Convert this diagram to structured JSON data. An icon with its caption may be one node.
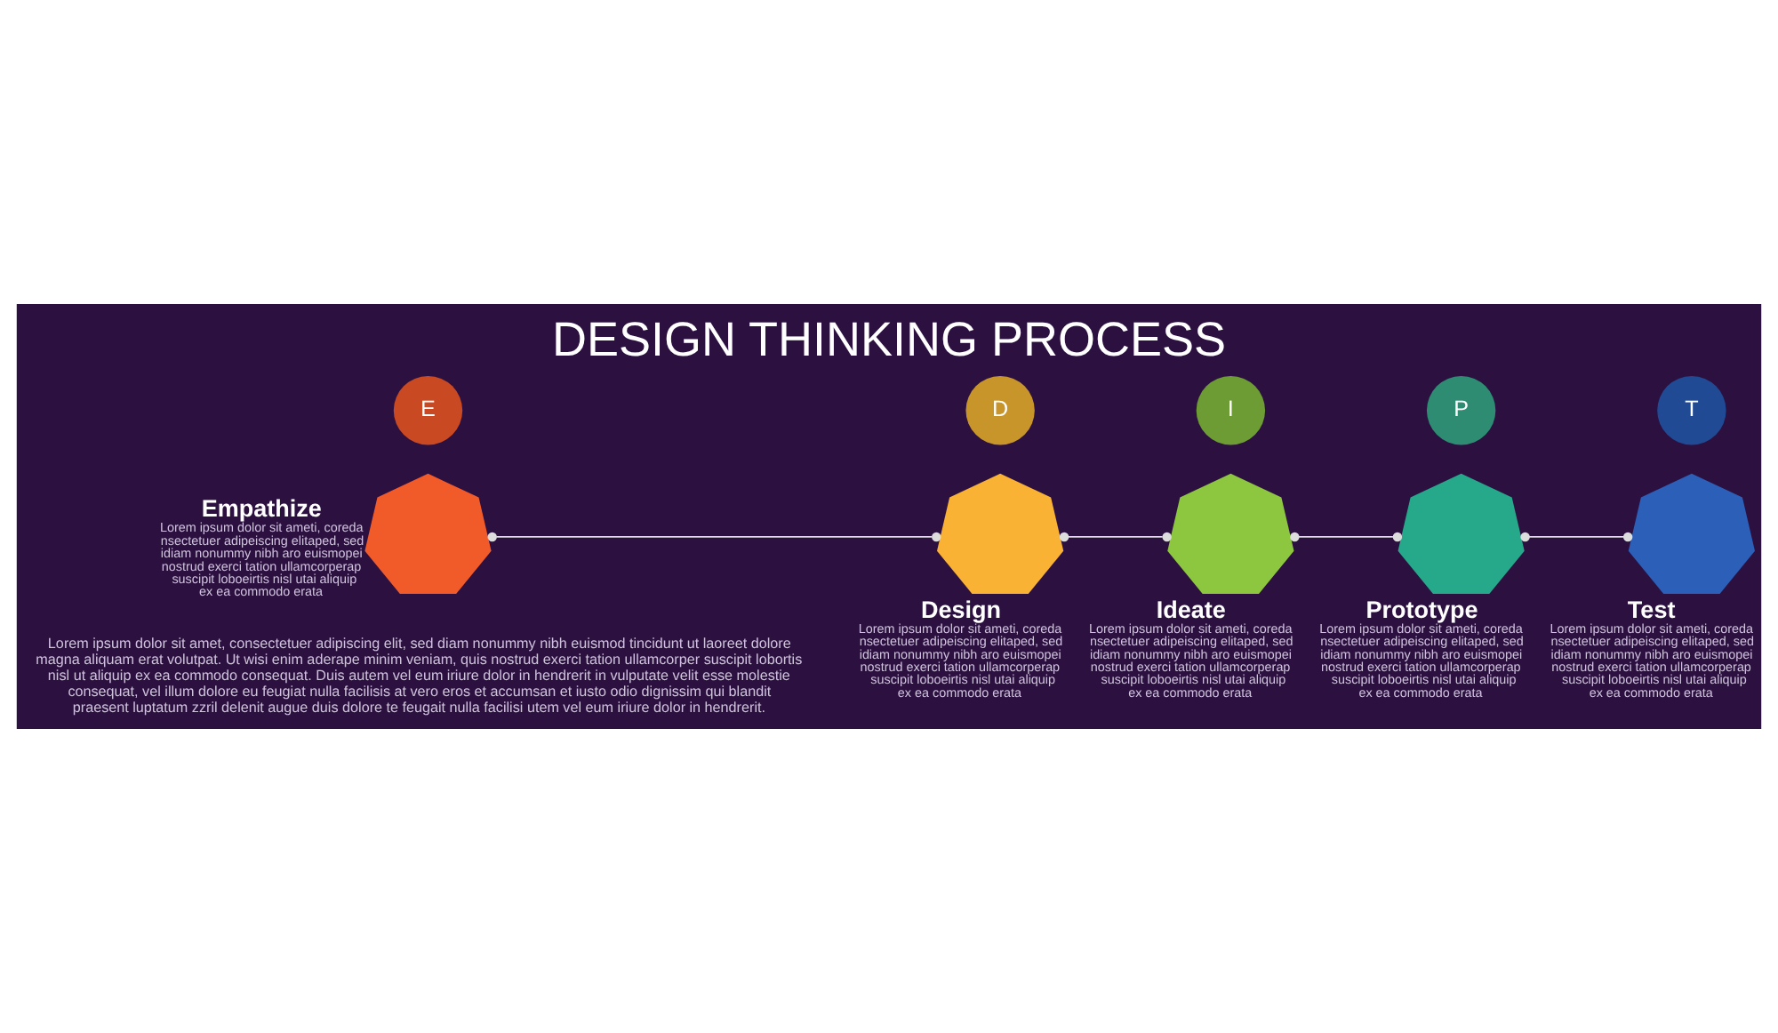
{
  "diagram": {
    "title": "DESIGN THINKING PROCESS",
    "nodes": [
      {
        "text": [],
        "shape": "heptagon",
        "beside": [
          "Empathize",
          "Lorem ipsum dolor sit ameti, coreda nsectetuer adipeiscing elitaped, sed idiam nonummy nibh aro euismopei nostrud exerci tation ullamcorperap suscipit loboeirtis nisl utai aliquip ex ea commodo erata"
        ]
      },
      {
        "text": [
          "E"
        ]
      },
      {
        "text": [
          "D"
        ]
      },
      {
        "text": [],
        "shape": "heptagon",
        "beside": [
          "Design",
          "Lorem ipsum dolor sit ameti, coreda nsectetuer adipeiscing elitaped, sed idiam nonummy nibh aro euismopei nostrud exerci tation ullamcorperap suscipit loboeirtis nisl utai aliquip ex ea commodo erata"
        ]
      },
      {
        "text": [],
        "shape": "heptagon",
        "beside": [
          "Ideate",
          "Lorem ipsum dolor sit ameti, coreda nsectetuer adipeiscing elitaped, sed idiam nonummy nibh aro euismopei nostrud exerci tation ullamcorperap suscipit loboeirtis nisl utai aliquip ex ea commodo erata"
        ]
      },
      {
        "text": [
          "I"
        ]
      },
      {
        "text": [
          "P"
        ]
      },
      {
        "text": [],
        "shape": "heptagon",
        "beside": [
          "Prototype",
          "Lorem ipsum dolor sit ameti, coreda nsectetuer adipeiscing elitaped, sed idiam nonummy nibh aro euismopei nostrud exerci tation ullamcorperap suscipit loboeirtis nisl utai aliquip ex ea commodo erata"
        ]
      },
      {
        "text": [],
        "shape": "heptagon",
        "beside": [
          "Test",
          "Lorem ipsum dolor sit ameti, coreda nsectetuer adipeiscing elitaped, sed idiam nonummy nibh aro euismopei nostrud exerci tation ullamcorperap suscipit loboeirtis nisl utai aliquip ex ea commodo erata"
        ]
      },
      {
        "text": [
          "T"
        ]
      }
    ],
    "edges": [
      {
        "from": 0,
        "to": 3,
        "arrow": "other"
      },
      {
        "from": 3,
        "to": 4,
        "arrow": "other"
      },
      {
        "from": 4,
        "to": 7,
        "arrow": "other"
      },
      {
        "from": 7,
        "to": 8,
        "arrow": "other"
      }
    ],
    "labels": [
      "Lorem ipsum dolor sit amet, consectetuer adipiscing elit, sed diam nonummy nibh euismod tincidunt ut laoreet dolore magna aliquam erat volutpat. Ut wisi enim aderape minim veniam, quis nostrud exerci tation ullamcorper suscipit lobortis nisl ut aliquip ex ea commodo consequat. Duis autem vel eum iriure dolor in hendrerit in vulputate velit esse molestie consequat, vel illum dolore eu feugiat nulla facilisis at vero eros et accumsan et iusto odio dignissim qui blandit praesent luptatum zzril delenit augue duis dolore te feugait nulla facilisi utem vel eum iriure dolor in hendrerit."
    ]
  }
}
